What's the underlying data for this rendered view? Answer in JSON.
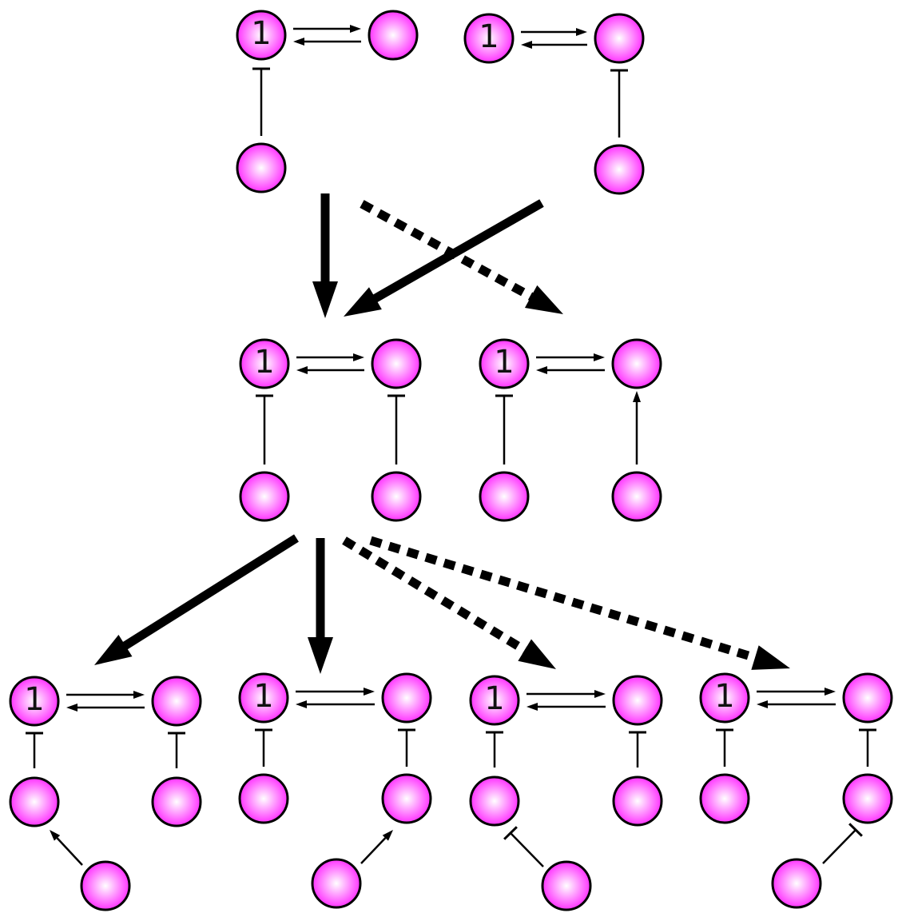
{
  "colors": {
    "node": "#ff33ff",
    "node_highlight": "#ffffff",
    "stroke": "#000000"
  },
  "node_label": "1",
  "diagram": {
    "rows": [
      {
        "networks": 2,
        "node_label": "1"
      },
      {
        "networks": 2,
        "node_label": "1"
      },
      {
        "networks": 4,
        "node_label": "1"
      }
    ],
    "edge_kinds": [
      "activation",
      "inhibition",
      "mutual-activation"
    ],
    "transition_kinds": [
      "solid",
      "dashed"
    ]
  }
}
